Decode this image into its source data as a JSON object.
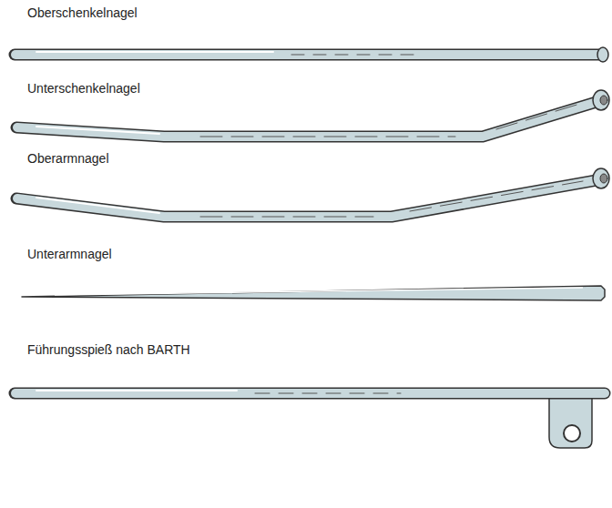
{
  "diagram": {
    "labels": [
      "Oberschenkelnagel",
      "Unterschenkelnagel",
      "Oberarmnagel",
      "Unterarmnagel",
      "Führungsspieß nach BARTH"
    ]
  }
}
